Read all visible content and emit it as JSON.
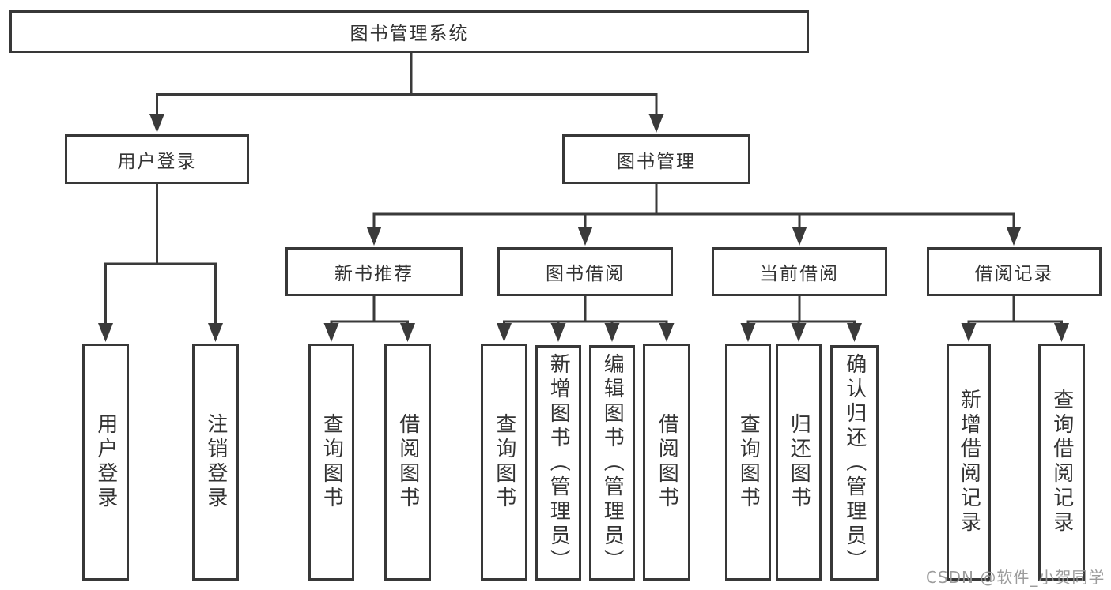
{
  "diagram_type": "tree",
  "tree": {
    "root": {
      "label": "图书管理系统",
      "children": [
        {
          "label": "用户登录",
          "children": [
            {
              "label": "用户登录"
            },
            {
              "label": "注销登录"
            }
          ]
        },
        {
          "label": "图书管理",
          "children": [
            {
              "label": "新书推荐",
              "children": [
                {
                  "label": "查询图书"
                },
                {
                  "label": "借阅图书"
                }
              ]
            },
            {
              "label": "图书借阅",
              "children": [
                {
                  "label": "查询图书"
                },
                {
                  "label": "新增图书（管理员）"
                },
                {
                  "label": "编辑图书（管理员）"
                },
                {
                  "label": "借阅图书"
                }
              ]
            },
            {
              "label": "当前借阅",
              "children": [
                {
                  "label": "查询图书"
                },
                {
                  "label": "归还图书"
                },
                {
                  "label": "确认归还（管理员）"
                }
              ]
            },
            {
              "label": "借阅记录",
              "children": [
                {
                  "label": "新增借阅记录"
                },
                {
                  "label": "查询借阅记录"
                }
              ]
            }
          ]
        }
      ]
    }
  },
  "watermark": {
    "text": "CSDN @软件_小贺同学"
  },
  "colors": {
    "line": "#3a3a3a",
    "box_border": "#383838",
    "text": "#333333",
    "background": "#ffffff",
    "watermark": "#949494"
  }
}
